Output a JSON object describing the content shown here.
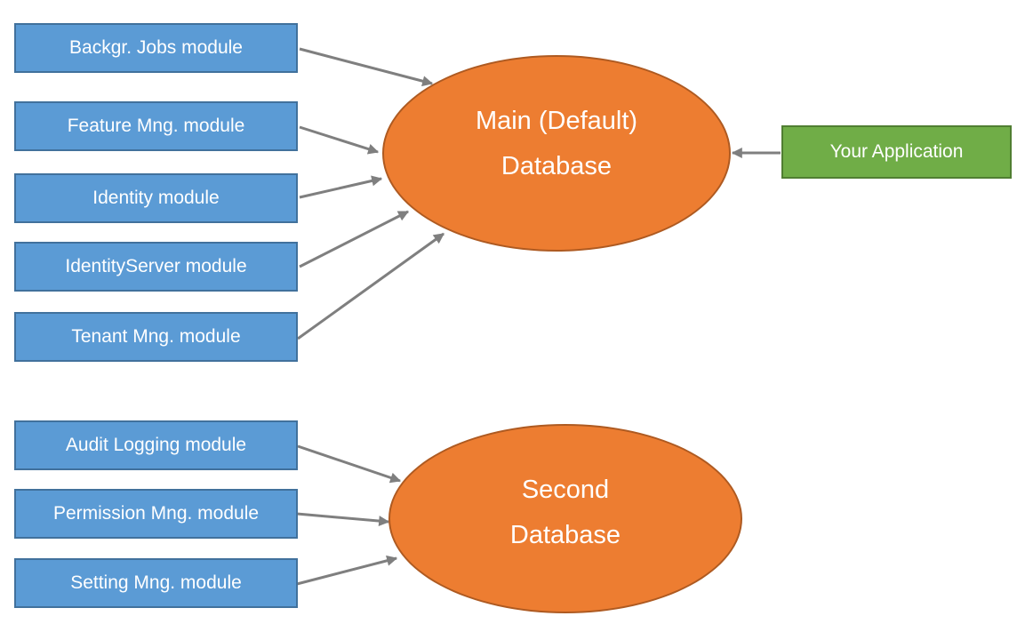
{
  "diagram": {
    "top_modules": [
      {
        "label": "Backgr. Jobs module"
      },
      {
        "label": "Feature Mng. module"
      },
      {
        "label": "Identity module"
      },
      {
        "label": "IdentityServer module"
      },
      {
        "label": "Tenant Mng. module"
      }
    ],
    "bottom_modules": [
      {
        "label": "Audit Logging module"
      },
      {
        "label": "Permission Mng. module"
      },
      {
        "label": "Setting Mng. module"
      }
    ],
    "main_database": {
      "line1": "Main (Default)",
      "line2": "Database"
    },
    "second_database": {
      "line1": "Second",
      "line2": "Database"
    },
    "application": {
      "label": "Your Application"
    },
    "colors": {
      "module_fill": "#5B9BD5",
      "module_border": "#41719C",
      "database_fill": "#ED7D31",
      "database_border": "#AE5A21",
      "application_fill": "#70AD47",
      "application_border": "#507E32",
      "connector": "#7F7F7F",
      "text": "#FFFFFF",
      "background": "#FFFFFF"
    }
  }
}
